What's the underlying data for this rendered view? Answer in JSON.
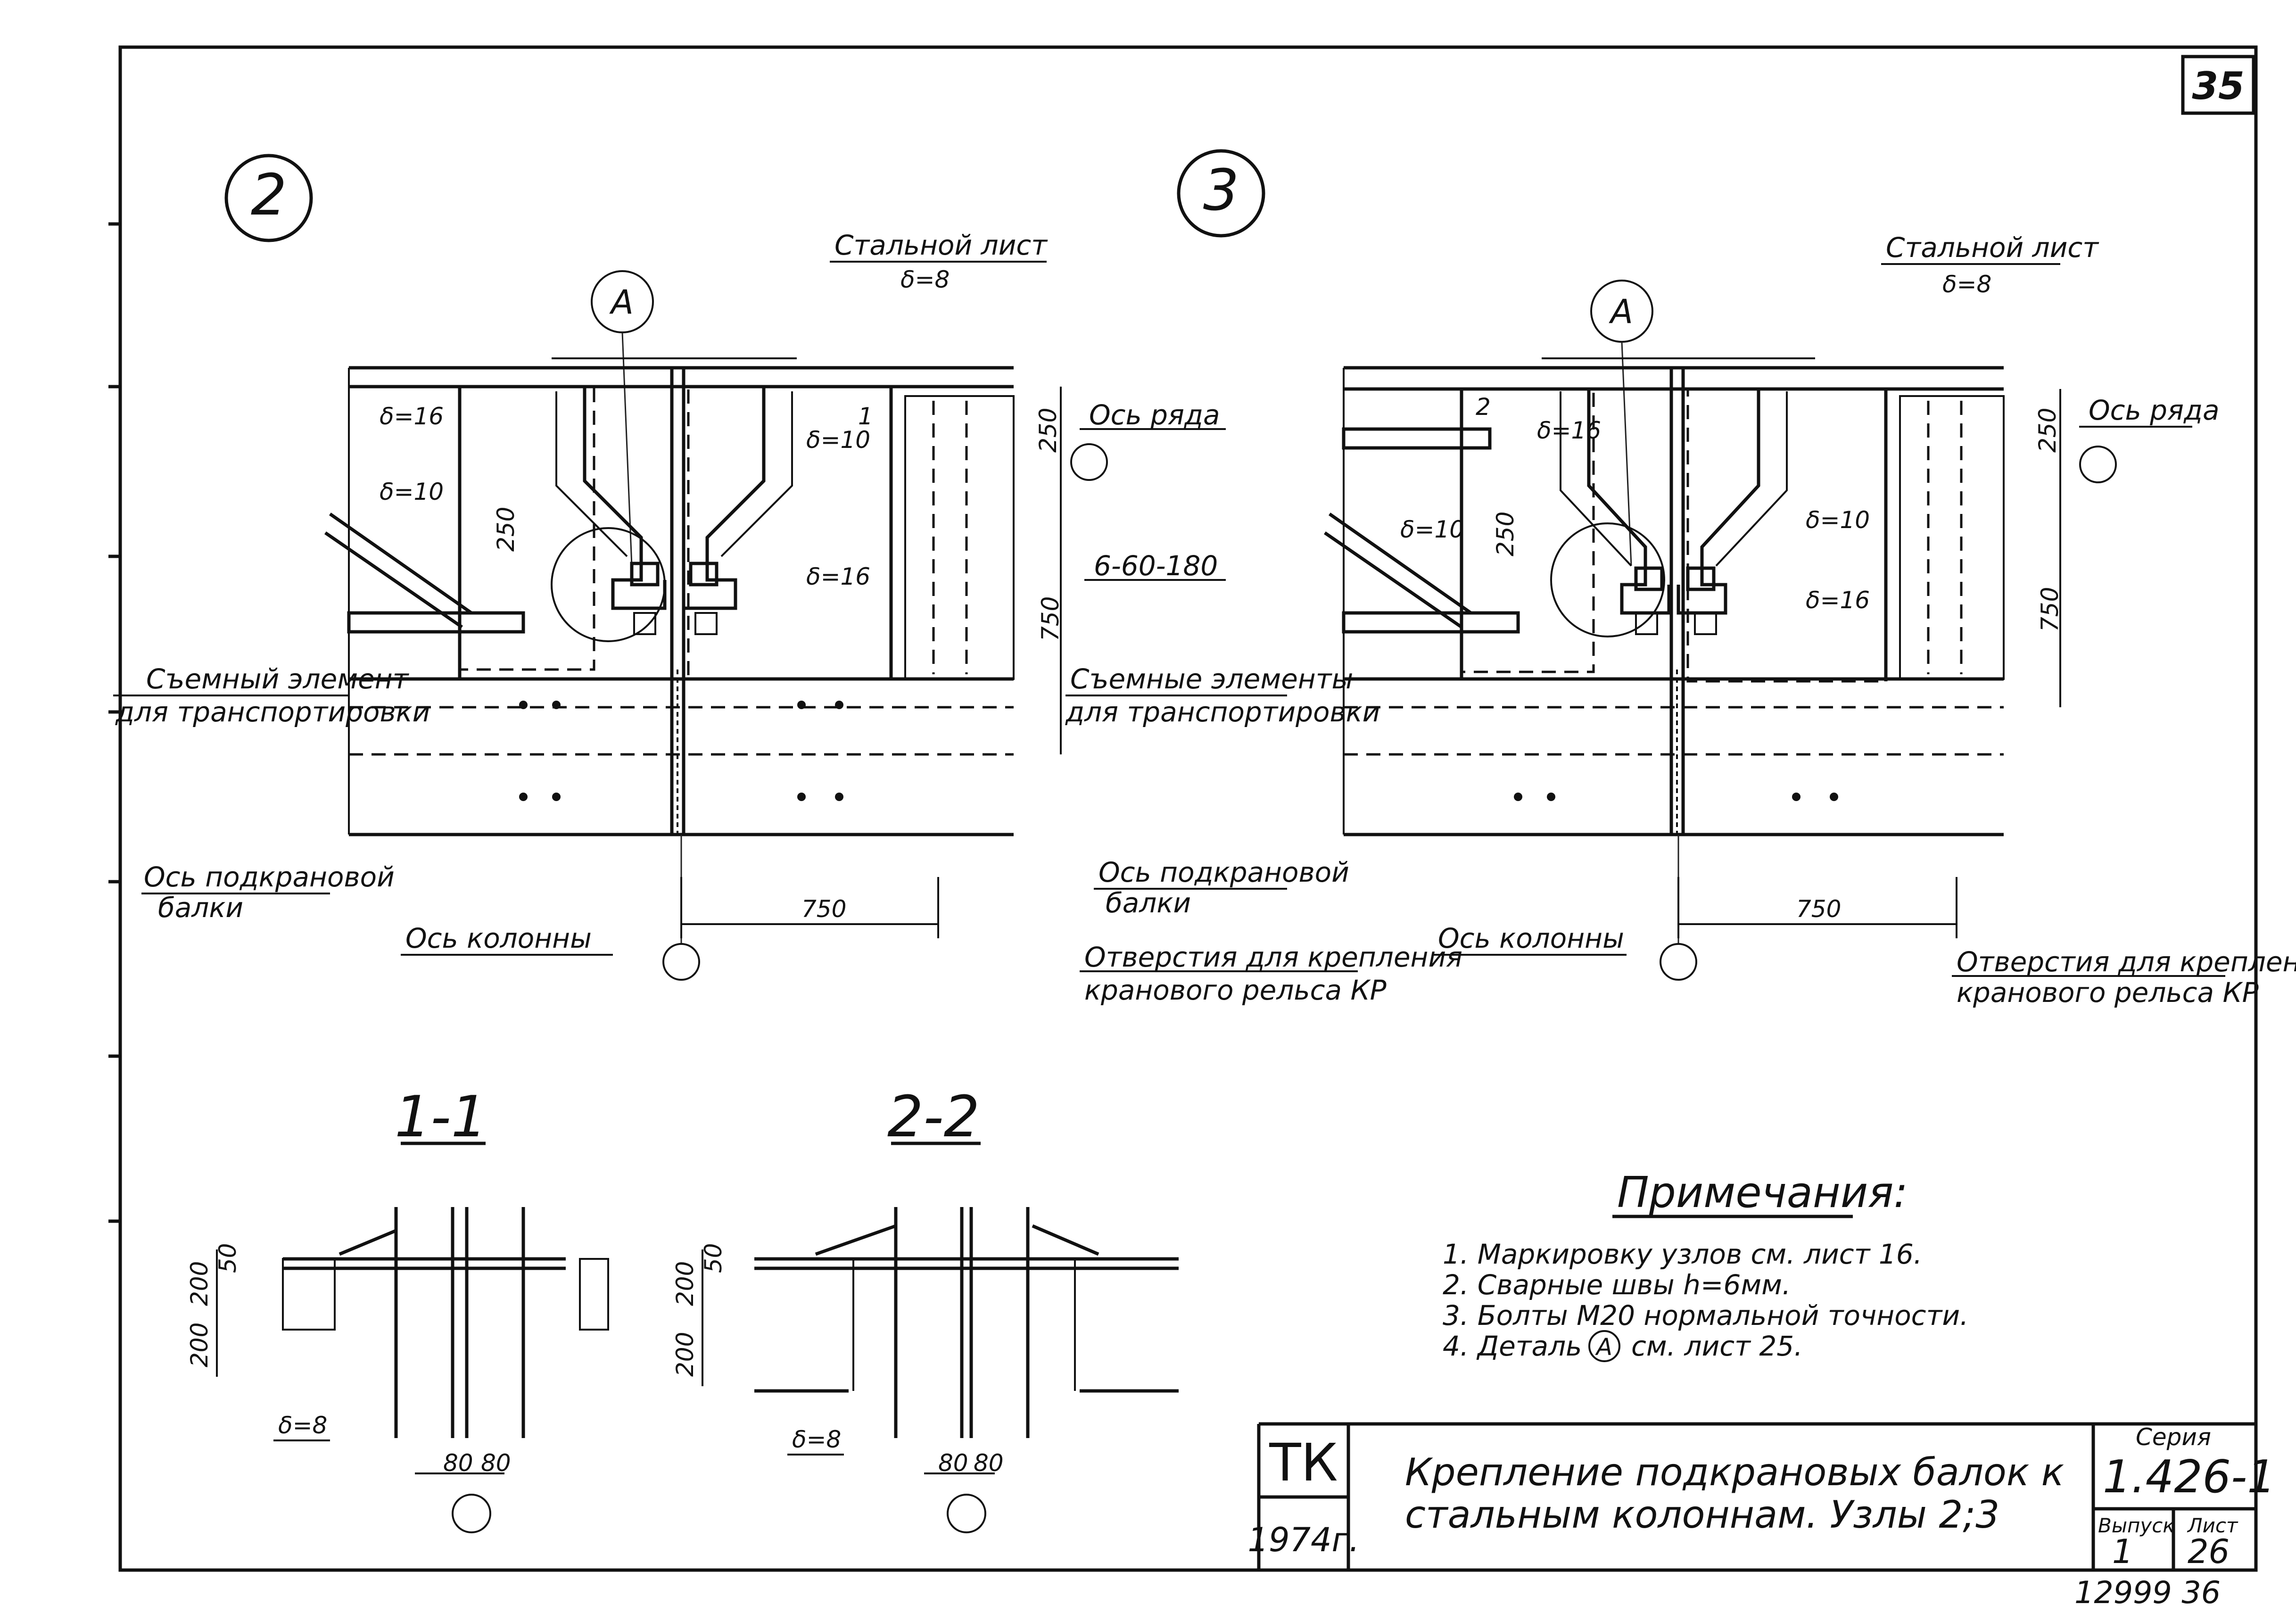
{
  "sheet": {
    "page_number": "35",
    "page_number_bottom": "12999   36"
  },
  "node2": {
    "circle_label": "2",
    "detail_label": "A",
    "steel_sheet_label": "Стальной лист",
    "steel_sheet_thickness": "δ=8",
    "row_axis": "Ось ряда",
    "t16_left": "δ=16",
    "t10_left": "δ=10",
    "t10_right": "δ=10",
    "t16_right": "δ=16",
    "dim_250_v": "250",
    "dim_250_top": "250",
    "dim_750_v": "750",
    "dim_750_h": "750",
    "holes": "6-60-180",
    "section_mark": "1",
    "removable_1": "Съемный элемент",
    "removable_2": "для транспортировки",
    "beam_axis_1": "Ось подкрановой",
    "beam_axis_2": "балки",
    "column_axis": "Ось колонны",
    "rail_holes_1": "Отверстия для крепления",
    "rail_holes_2": "кранового рельса КР"
  },
  "node3": {
    "circle_label": "3",
    "detail_label": "A",
    "steel_sheet_label": "Стальной лист",
    "steel_sheet_thickness": "δ=8",
    "row_axis": "Ось ряда",
    "t16_left": "δ=16",
    "t10_left": "δ=10",
    "t10_right": "δ=10",
    "t16_right": "δ=16",
    "dim_250_v": "250",
    "dim_250_top": "250",
    "dim_750_v": "750",
    "dim_750_h": "750",
    "section_mark": "2",
    "removable_1": "Съемные элементы",
    "removable_2": "для транспортировки",
    "beam_axis_1": "Ось подкрановой",
    "beam_axis_2": "балки",
    "column_axis": "Ось колонны",
    "rail_holes_1": "Отверстия для крепления",
    "rail_holes_2": "кранового рельса КР"
  },
  "sec11": {
    "title": "1-1",
    "d50": "50",
    "d200a": "200",
    "d200b": "200",
    "t8": "δ=8",
    "d80a": "80",
    "d80b": "80"
  },
  "sec22": {
    "title": "2-2",
    "d50": "50",
    "d200a": "200",
    "d200b": "200",
    "t8": "δ=8",
    "d80a": "80",
    "d80b": "80"
  },
  "notes": {
    "title": "Примечания:",
    "items": [
      "1. Маркировку  узлов  см. лист 16.",
      "2. Сварные  швы  h=6мм.",
      "3. Болты  М20 нормальной  точности.",
      "4. Деталь",
      "см. лист 25."
    ],
    "detail_ref": "A"
  },
  "stamp": {
    "org": "ТК",
    "year": "1974г.",
    "title_line1": "Крепление  подкрановых  балок к",
    "title_line2": "стальным  колоннам.  Узлы 2;3",
    "series_label": "Серия",
    "series_value": "1.426-1",
    "issue_label": "Выпуск",
    "issue_value": "1",
    "sheet_label": "Лист",
    "sheet_value": "26"
  }
}
